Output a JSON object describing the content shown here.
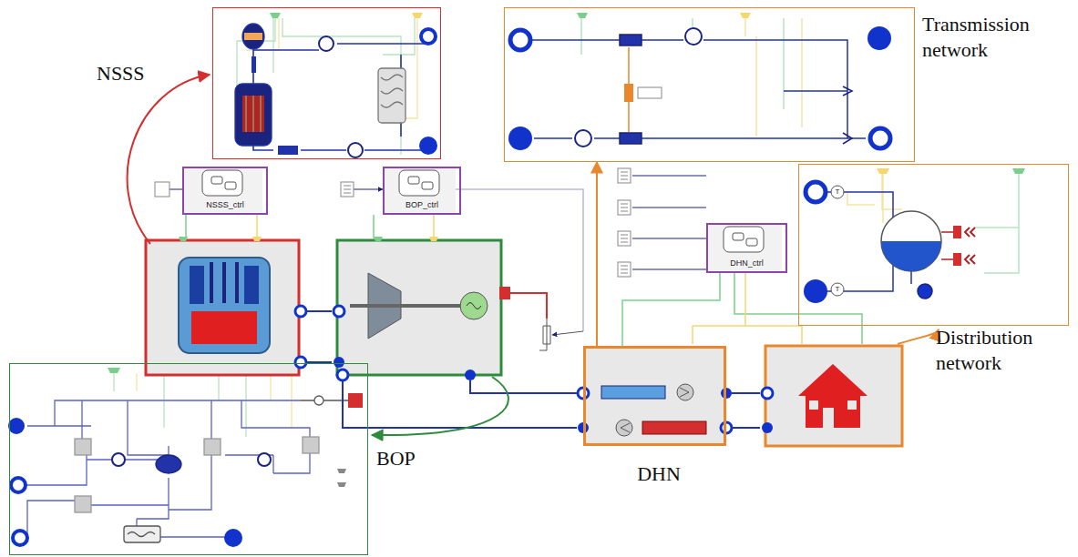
{
  "diagram": {
    "nodes": [
      {
        "text": [
          "NSSS"
        ]
      },
      {
        "text": [
          "Transmission network"
        ]
      },
      {
        "text": [
          "Distribution network"
        ]
      },
      {
        "text": [
          "NSSS_ctrl"
        ]
      },
      {
        "text": [
          "BOP_ctrl"
        ]
      },
      {
        "text": [
          "DHN_ctrl"
        ]
      },
      {
        "text": [
          "DHN"
        ]
      },
      {
        "text": [
          "BOP"
        ]
      }
    ],
    "edges": [
      {
        "from": 6,
        "to": 1,
        "arrow": "to"
      },
      {
        "from": 5,
        "to": 6,
        "arrow": "none"
      }
    ],
    "labels": [
      "T",
      "T"
    ]
  }
}
